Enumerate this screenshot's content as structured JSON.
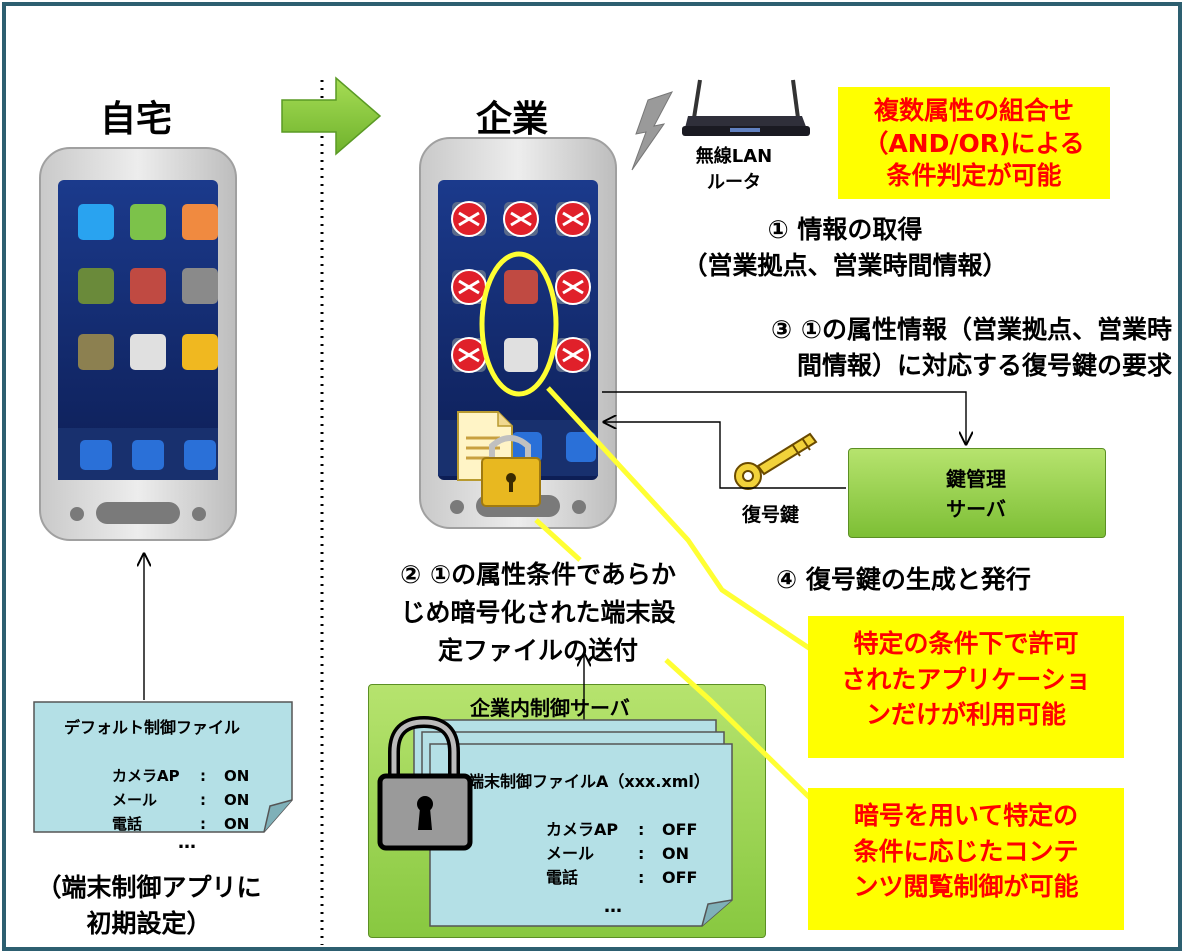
{
  "home": {
    "title": "自宅"
  },
  "company": {
    "title": "企業"
  },
  "router": {
    "label_lines": [
      "無線LAN",
      "ルータ"
    ]
  },
  "note_top": {
    "lines": [
      "複数属性の組合せ",
      "（AND/OR)による",
      "条件判定が可能"
    ]
  },
  "step1": {
    "lines": [
      "① 情報の取得",
      "（営業拠点、営業時間情報）"
    ]
  },
  "step3": {
    "lines": [
      "③ ①の属性情報（営業拠点、営業時",
      "間情報）に対応する復号鍵の要求"
    ]
  },
  "key_server": {
    "lines": [
      "鍵管理",
      "サーバ"
    ]
  },
  "key_label": "復号鍵",
  "step4": "④ 復号鍵の生成と発行",
  "step2": {
    "lines": [
      "② ①の属性条件であらか",
      "じめ暗号化された端末設",
      "定ファイルの送付"
    ]
  },
  "note_mid": {
    "lines": [
      "特定の条件下で許可",
      "されたアプリケーショ",
      "ンだけが利用可能"
    ]
  },
  "note_bottom": {
    "lines": [
      "暗号を用いて特定の",
      "条件に応じたコンテ",
      "ンツ閲覧制御が可能"
    ]
  },
  "default_file": {
    "title": "デフォルト制御ファイル",
    "rows": [
      {
        "name": "カメラAP",
        "sep": ":",
        "value": "ON"
      },
      {
        "name": "メール",
        "sep": ":",
        "value": "ON"
      },
      {
        "name": "電話",
        "sep": ":",
        "value": "ON"
      }
    ],
    "ellipsis": "…"
  },
  "default_caption": {
    "lines": [
      "（端末制御アプリに",
      "初期設定）"
    ]
  },
  "enterprise_server": {
    "title": "企業内制御サーバ",
    "file_title": "端末制御ファイルA（xxx.xml）",
    "rows": [
      {
        "name": "カメラAP",
        "sep": ":",
        "value": "OFF"
      },
      {
        "name": "メール",
        "sep": ":",
        "value": "ON"
      },
      {
        "name": "電話",
        "sep": ":",
        "value": "OFF"
      }
    ],
    "ellipsis": "…"
  },
  "colors": {
    "frame": "#2d5f70",
    "note_bg": "#ffff00",
    "note_text": "#ff0000",
    "green": "#8ccc3c",
    "teal_file": "#b4e0e6"
  }
}
